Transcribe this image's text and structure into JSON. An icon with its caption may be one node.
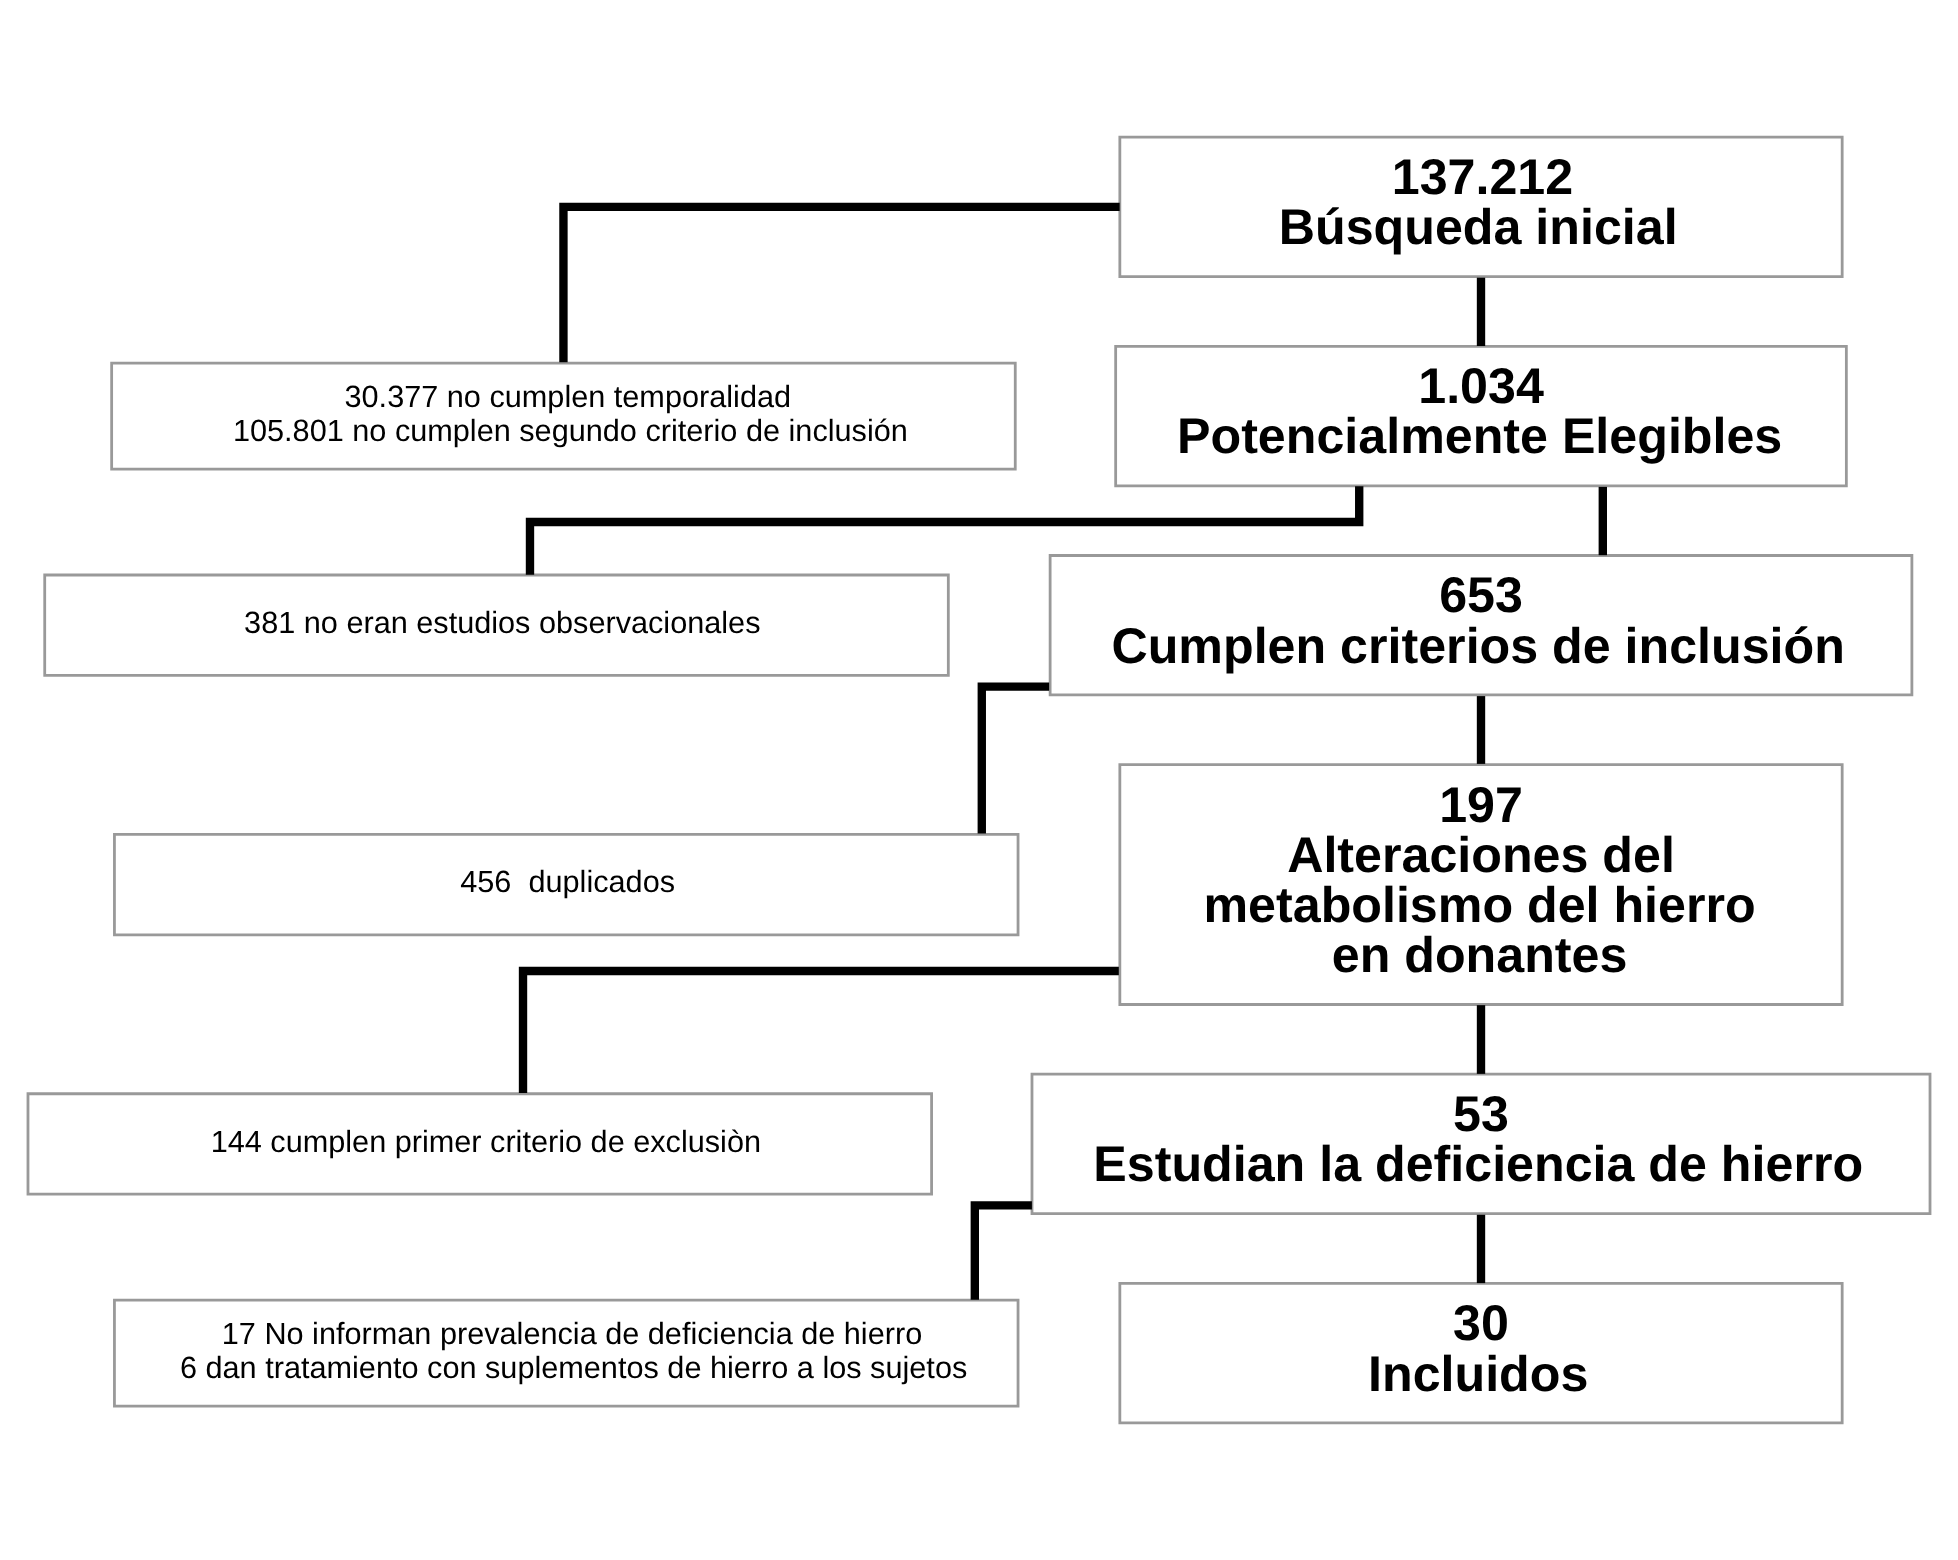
{
  "diagram": {
    "nodes": [
      {
        "text": [
          "137.212",
          "Búsqueda inicial"
        ]
      },
      {
        "text": [
          "30.377 no cumplen temporalidad",
          "105.801 no cumplen segundo criterio de inclusión"
        ]
      },
      {
        "text": [
          "1.034",
          "Potencialmente Elegibles"
        ]
      },
      {
        "text": [
          "381 no eran estudios observacionales"
        ]
      },
      {
        "text": [
          "653",
          "Cumplen criterios de inclusión"
        ]
      },
      {
        "text": [
          "456  duplicados"
        ]
      },
      {
        "text": [
          "197",
          "Alteraciones del metabolismo del hierro en donantes"
        ]
      },
      {
        "text": [
          "144 cumplen primer criterio de exclusiòn"
        ]
      },
      {
        "text": [
          "53",
          "Estudian la deficiencia de hierro"
        ]
      },
      {
        "text": [
          "17 No informan prevalencia de deficiencia de hierro",
          "6 dan tratamiento con suplementos de hierro a los sujetos"
        ]
      },
      {
        "text": [
          "30",
          "Incluidos"
        ]
      }
    ],
    "edges": [
      {
        "from": 0,
        "to": 2,
        "arrow": "none"
      },
      {
        "from": 0,
        "to": 1,
        "arrow": "none"
      },
      {
        "from": 2,
        "to": 4,
        "arrow": "none"
      },
      {
        "from": 2,
        "to": 3,
        "arrow": "none"
      },
      {
        "from": 4,
        "to": 6,
        "arrow": "none"
      },
      {
        "from": 4,
        "to": 5,
        "arrow": "none"
      },
      {
        "from": 6,
        "to": 8,
        "arrow": "none"
      },
      {
        "from": 6,
        "to": 7,
        "arrow": "none"
      },
      {
        "from": 8,
        "to": 10,
        "arrow": "none"
      },
      {
        "from": 8,
        "to": 9,
        "arrow": "none"
      }
    ]
  }
}
